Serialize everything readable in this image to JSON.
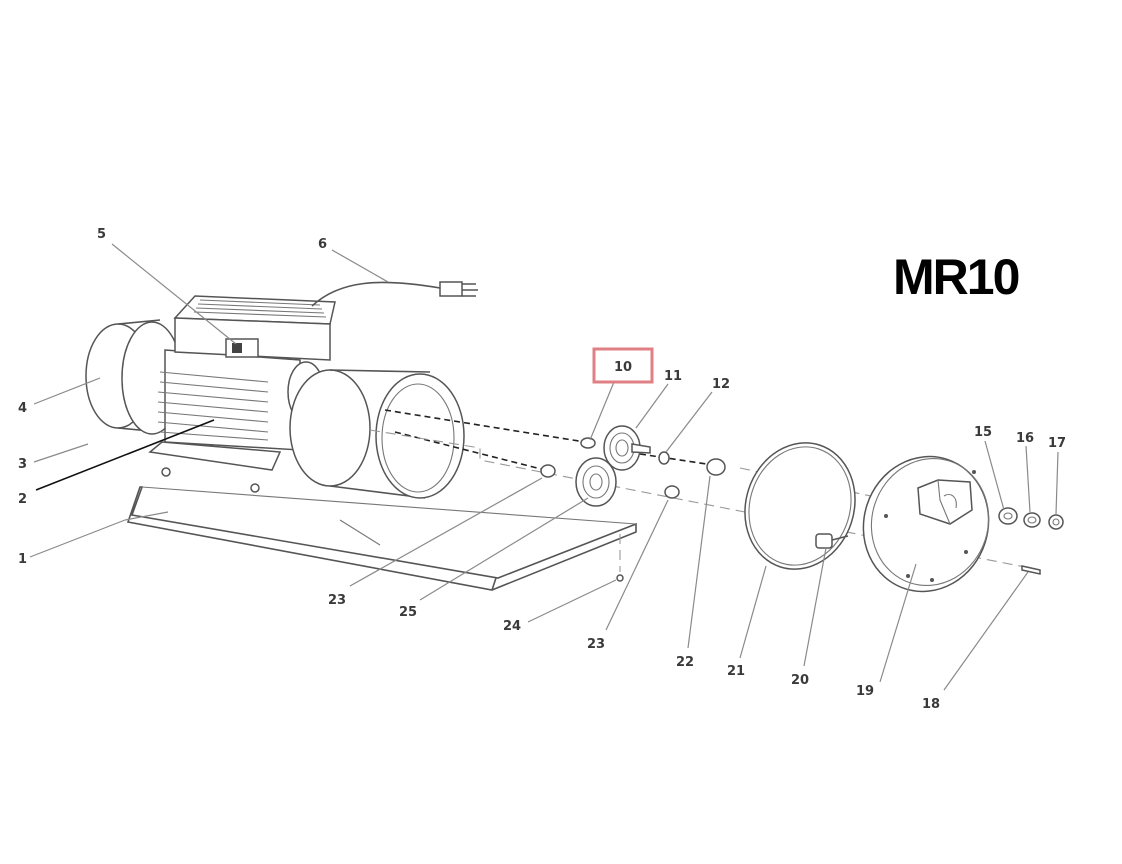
{
  "model_label": "MR10",
  "highlight": {
    "part": "10",
    "color": "#e07f84"
  },
  "callouts": [
    {
      "id": "1",
      "label": "1"
    },
    {
      "id": "2",
      "label": "2"
    },
    {
      "id": "3",
      "label": "3"
    },
    {
      "id": "4",
      "label": "4"
    },
    {
      "id": "5",
      "label": "5"
    },
    {
      "id": "6",
      "label": "6"
    },
    {
      "id": "10",
      "label": "10"
    },
    {
      "id": "11",
      "label": "11"
    },
    {
      "id": "12",
      "label": "12"
    },
    {
      "id": "15",
      "label": "15"
    },
    {
      "id": "16",
      "label": "16"
    },
    {
      "id": "17",
      "label": "17"
    },
    {
      "id": "18",
      "label": "18"
    },
    {
      "id": "19",
      "label": "19"
    },
    {
      "id": "20",
      "label": "20"
    },
    {
      "id": "21",
      "label": "21"
    },
    {
      "id": "22",
      "label": "22"
    },
    {
      "id": "23a",
      "label": "23"
    },
    {
      "id": "23b",
      "label": "23"
    },
    {
      "id": "24",
      "label": "24"
    },
    {
      "id": "25",
      "label": "25"
    }
  ]
}
